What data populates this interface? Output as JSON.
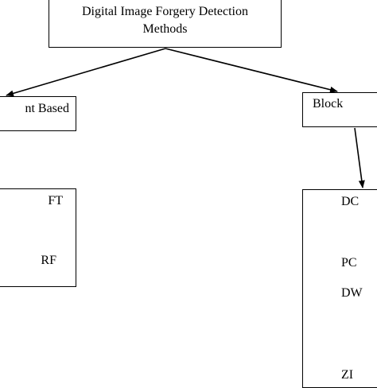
{
  "diagram": {
    "root": {
      "line1": "Digital Image Forgery Detection",
      "line2": "Methods"
    },
    "keypoint_category": {
      "label": "nt Based"
    },
    "block_category": {
      "label": "Block"
    },
    "keypoint_methods": {
      "items": [
        "FT",
        "RF"
      ]
    },
    "block_methods": {
      "items": [
        "DC",
        "PC",
        "DW",
        "ZI"
      ]
    }
  }
}
